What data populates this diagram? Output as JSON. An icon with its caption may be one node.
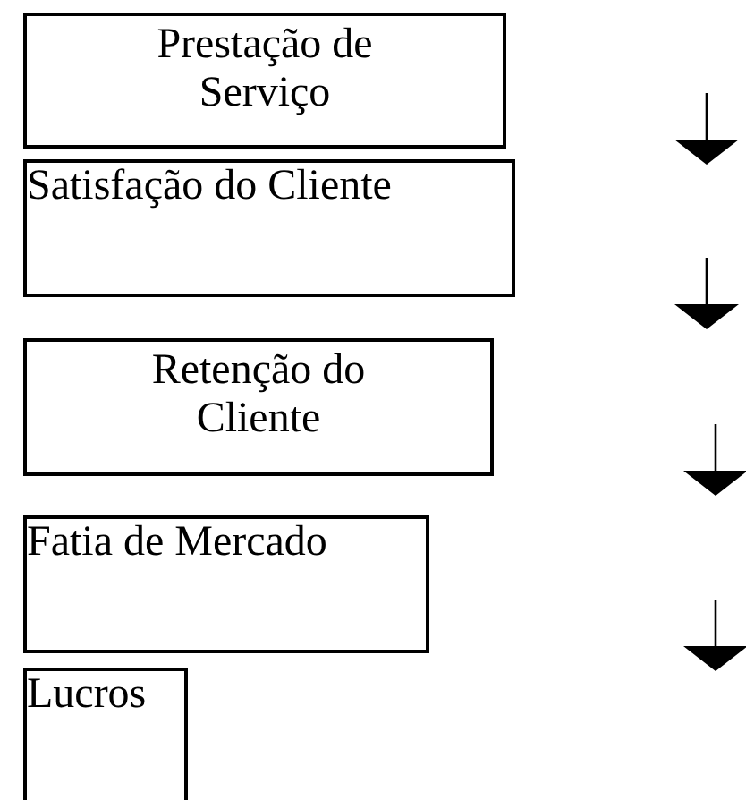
{
  "diagram": {
    "nodes": [
      {
        "text": [
          "Prestação de Serviço"
        ]
      },
      {
        "text": [
          "Satisfação do Cliente"
        ]
      },
      {
        "text": [
          "Retenção do Cliente"
        ]
      },
      {
        "text": [
          "Fatia de Mercado"
        ]
      },
      {
        "text": [
          "Lucros"
        ]
      }
    ]
  }
}
